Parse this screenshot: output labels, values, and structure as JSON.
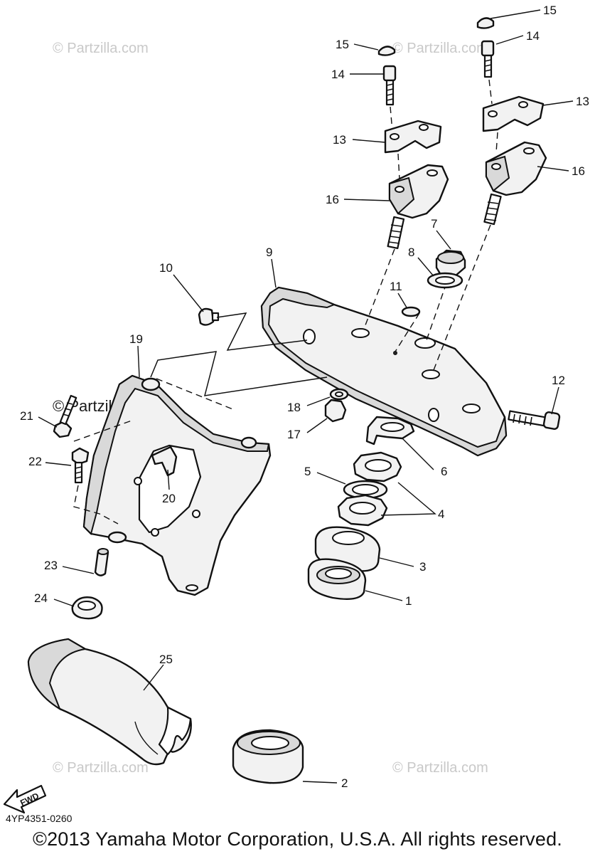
{
  "watermark": "© Partzilla.com",
  "fwd_label": "FWD",
  "part_code": "4YP4351-0260",
  "copyright": "©2013 Yamaha Motor Corporation, U.S.A. All rights reserved.",
  "callouts": {
    "c1": "1",
    "c2": "2",
    "c3": "3",
    "c4": "4",
    "c5": "5",
    "c6": "6",
    "c7": "7",
    "c8": "8",
    "c9": "9",
    "c10": "10",
    "c11": "11",
    "c12": "12",
    "c13a": "13",
    "c13b": "13",
    "c14a": "14",
    "c14b": "14",
    "c15a": "15",
    "c15b": "15",
    "c16a": "16",
    "c16b": "16",
    "c17": "17",
    "c18": "18",
    "c19": "19",
    "c20": "20",
    "c21": "21",
    "c22": "22",
    "c23": "23",
    "c24": "24",
    "c25": "25"
  }
}
